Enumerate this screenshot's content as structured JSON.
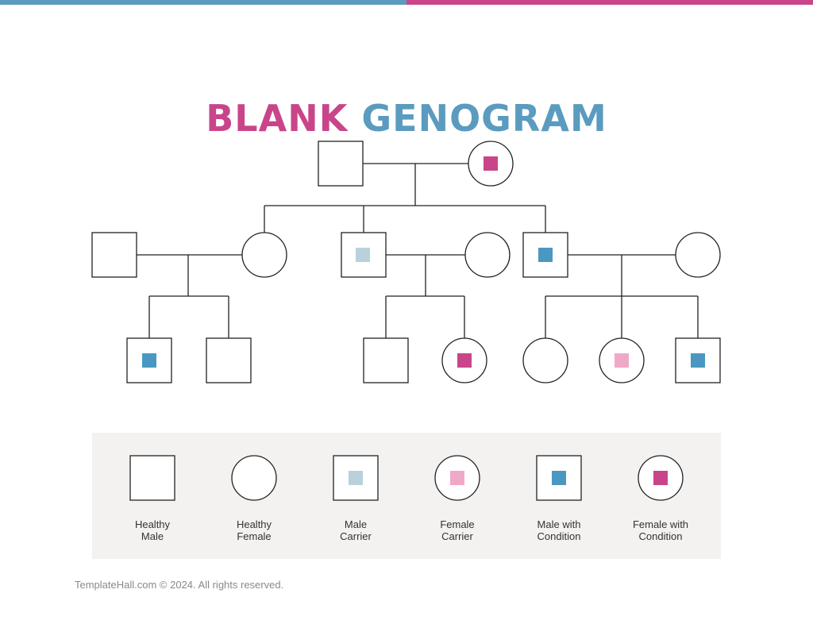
{
  "title": {
    "part1": "BLANK",
    "part2": "GENOGRAM"
  },
  "colors": {
    "bar_left": "#5b9bbf",
    "bar_right": "#c9458a",
    "title_pink": "#c9458a",
    "title_blue": "#5b9bbf",
    "carrier_male": "#b9d1da",
    "carrier_female": "#f0a8c9",
    "condition_male": "#4a98c2",
    "condition_female": "#c9458a"
  },
  "legend": [
    {
      "label": "Healthy\nMale",
      "symbol": "square",
      "fill": ""
    },
    {
      "label": "Healthy\nFemale",
      "symbol": "circle",
      "fill": ""
    },
    {
      "label": "Male\nCarrier",
      "symbol": "square",
      "fill": "#b9d1da"
    },
    {
      "label": "Female\nCarrier",
      "symbol": "circle",
      "fill": "#f0a8c9"
    },
    {
      "label": "Male with\nCondition",
      "symbol": "square",
      "fill": "#4a98c2"
    },
    {
      "label": "Female with\nCondition",
      "symbol": "circle",
      "fill": "#c9458a"
    }
  ],
  "footer": "TemplateHall.com © 2024.  All rights reserved."
}
